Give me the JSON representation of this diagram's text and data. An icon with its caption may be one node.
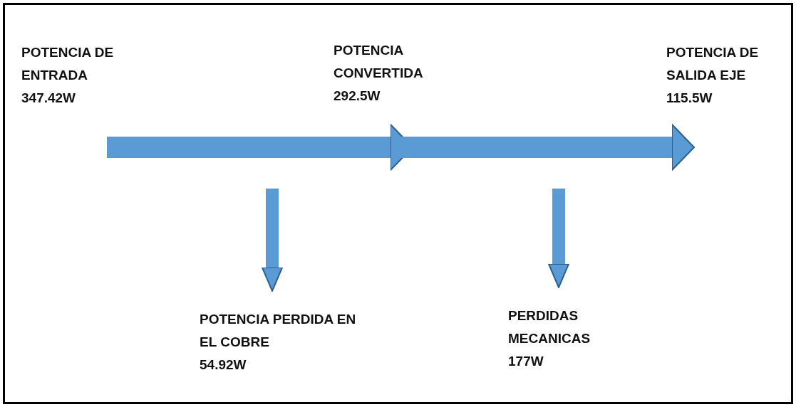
{
  "diagram": {
    "nodes": [
      {
        "text": [
          "POTENCIA DE ENTRADA",
          "347.42W"
        ]
      },
      {
        "text": [
          "POTENCIA CONVERTIDA",
          "292.5W"
        ]
      },
      {
        "text": [
          "POTENCIA DE SALIDA EJE",
          "115.5W"
        ]
      },
      {
        "text": [
          "POTENCIA PERDIDA EN EL COBRE",
          "54.92W"
        ]
      },
      {
        "text": [
          "PERDIDAS MECANICAS",
          "177W"
        ]
      }
    ],
    "edges": [
      {
        "from": 0,
        "to": 1,
        "arrow": "to"
      },
      {
        "from": 1,
        "to": 2,
        "arrow": "to"
      },
      {
        "from": null,
        "to": 3,
        "arrow": "to"
      },
      {
        "from": null,
        "to": 4,
        "arrow": "to"
      }
    ]
  }
}
